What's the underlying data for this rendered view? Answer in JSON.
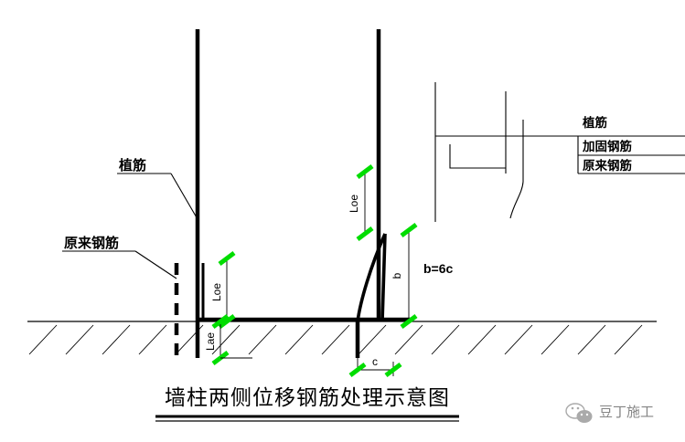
{
  "diagram": {
    "title": "墙柱两侧位移钢筋处理示意图",
    "labels": {
      "planted_rebar": "植筋",
      "original_rebar": "原来钢筋"
    },
    "dimensions": {
      "left_anchor": "Loe",
      "left_lower": "Lae",
      "right_anchor": "Loe",
      "offset_height": "b",
      "offset_formula": "b=6c",
      "bottom_offset": "c"
    },
    "legend": {
      "items": [
        {
          "label": "植筋"
        },
        {
          "label": "加固钢筋"
        },
        {
          "label": "原来钢筋"
        }
      ]
    }
  },
  "watermark": {
    "text": "豆丁施工",
    "icon": "wechat-icon"
  },
  "colors": {
    "line": "#000000",
    "marker": "#00dd00",
    "hatch": "#000000",
    "watermark_text": "#555555"
  }
}
